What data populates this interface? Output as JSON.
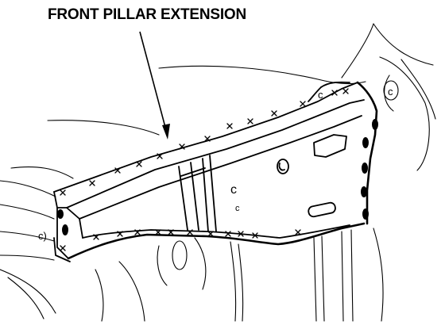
{
  "callout": {
    "label": "FRONT PILLAR EXTENSION"
  },
  "hole_labels": {
    "upper_right": "c",
    "upper_mid": "c",
    "panel_left": "c",
    "panel_right": "c",
    "lower_left": "c)"
  },
  "colors": {
    "ink": "#000000",
    "paper": "#ffffff"
  }
}
